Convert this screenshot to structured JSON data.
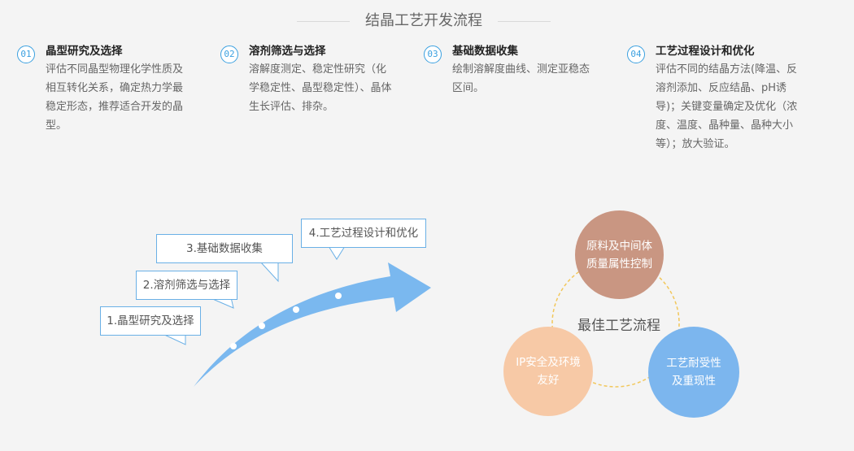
{
  "title": "结晶工艺开发流程",
  "steps": [
    {
      "num": "01",
      "head": "晶型研究及选择",
      "desc": "评估不同晶型物理化学性质及相互转化关系，确定热力学最稳定形态，推荐适合开发的晶型。"
    },
    {
      "num": "02",
      "head": "溶剂筛选与选择",
      "desc": "溶解度测定、稳定性研究（化学稳定性、晶型稳定性）、晶体生长评估、排杂。"
    },
    {
      "num": "03",
      "head": "基础数据收集",
      "desc": "绘制溶解度曲线、测定亚稳态区间。"
    },
    {
      "num": "04",
      "head": "工艺过程设计和优化",
      "desc": "评估不同的结晶方法(降温、反溶剂添加、反应结晶、pH诱导)；关键变量确定及优化（浓度、温度、晶种量、晶种大小等）；放大验证。"
    }
  ],
  "callouts": [
    "1.晶型研究及选择",
    "2.溶剂筛选与选择",
    "3.基础数据收集",
    "4.工艺过程设计和优化"
  ],
  "cycle": {
    "center": "最佳工艺流程",
    "top": "原料及中间体质量属性控制",
    "right": "工艺耐受性及重现性",
    "left": "IP安全及环境友好"
  },
  "colors": {
    "accent": "#3aa0e0",
    "arrow": "#7ab8ef",
    "top_circle": "#c99682",
    "right_circle": "#7cb6ee",
    "left_circle": "#f7c9a6",
    "ring": "#f2c75a"
  }
}
